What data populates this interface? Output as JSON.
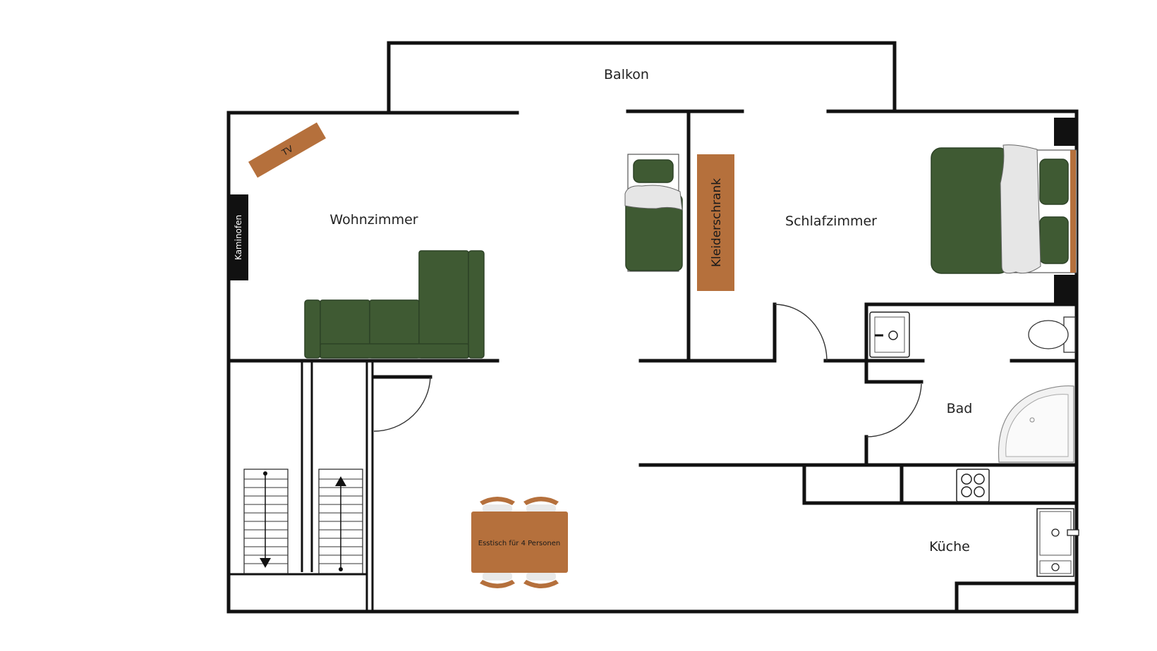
{
  "rooms": {
    "balkon": "Balkon",
    "wohnzimmer": "Wohnzimmer",
    "schlafzimmer": "Schlafzimmer",
    "bad": "Bad",
    "kueche": "Küche"
  },
  "furniture": {
    "tv": "TV",
    "kaminofen": "Kaminofen",
    "kleiderschrank": "Kleiderschrank",
    "esstisch": "Esstisch für 4 Personen"
  },
  "colors": {
    "wall": "#111111",
    "furniture_green": "#3f5a33",
    "furniture_brown": "#b5703c",
    "background": "#ffffff"
  }
}
